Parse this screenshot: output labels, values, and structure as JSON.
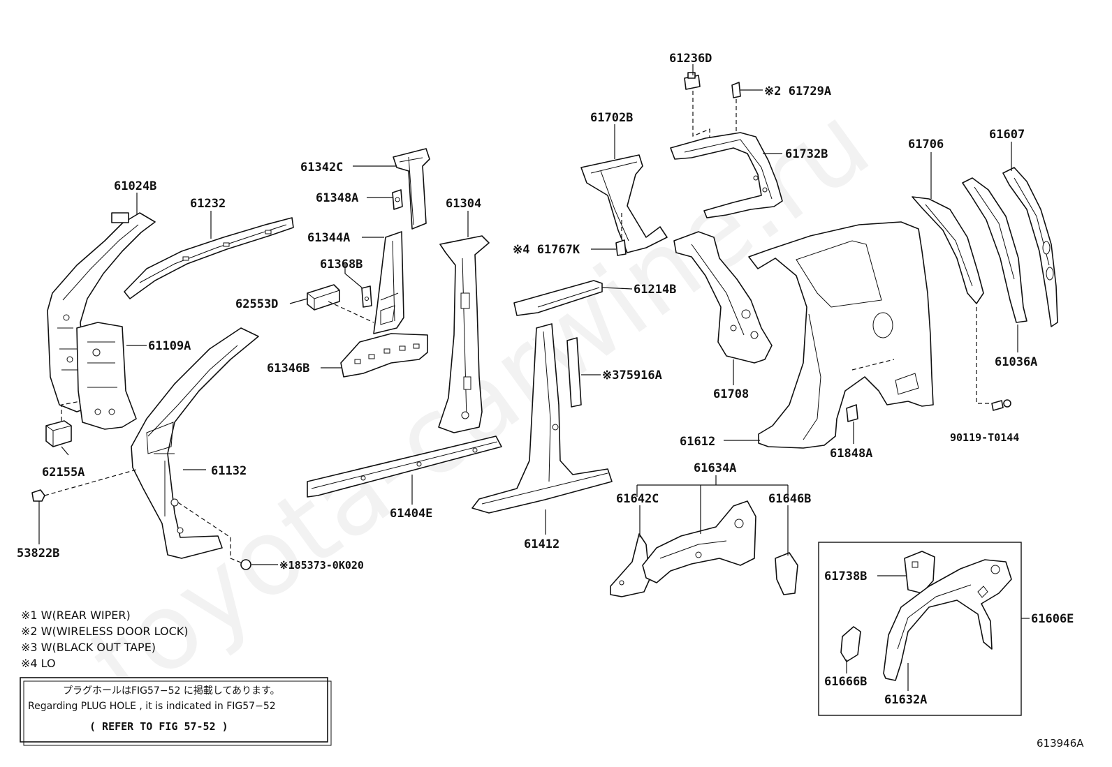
{
  "watermark": "toyota-carwine.ru",
  "figure_id": "613946A",
  "parts": {
    "p61024B": "61024B",
    "p61232": "61232",
    "p61342C": "61342C",
    "p61348A": "61348A",
    "p61304": "61304",
    "p61344A": "61344A",
    "p61368B": "61368B",
    "p62553D": "62553D",
    "p61109A": "61109A",
    "p61346B": "61346B",
    "p62155A": "62155A",
    "p61132": "61132",
    "p53822B": "53822B",
    "p85373": "※185373-0K020",
    "p61404E": "61404E",
    "p61412": "61412",
    "p61214B": "61214B",
    "p75916A": "※375916A",
    "p61702B": "61702B",
    "p61767K": "※4 61767K",
    "p61236D": "61236D",
    "p61729A": "※2 61729A",
    "p61732B": "61732B",
    "p61708": "61708",
    "p61612": "61612",
    "p61848A": "61848A",
    "p61634A": "61634A",
    "p61642C": "61642C",
    "p61646B": "61646B",
    "p61706": "61706",
    "p61607": "61607",
    "p61036A": "61036A",
    "p90119": "90119-T0144",
    "p61738B": "61738B",
    "p61606E": "61606E",
    "p61666B": "61666B",
    "p61632A": "61632A"
  },
  "notes": [
    "※1  W(REAR WIPER)",
    "※2  W(WIRELESS DOOR LOCK)",
    "※3  W(BLACK OUT TAPE)",
    "※4  LO"
  ],
  "reference_box": {
    "line1": "プラグホールはFIG57−52 に掲載してあります。",
    "line2": "Regarding PLUG HOLE , it is indicated in FIG57−52",
    "line3": "( REFER TO FIG 57-52 )"
  }
}
